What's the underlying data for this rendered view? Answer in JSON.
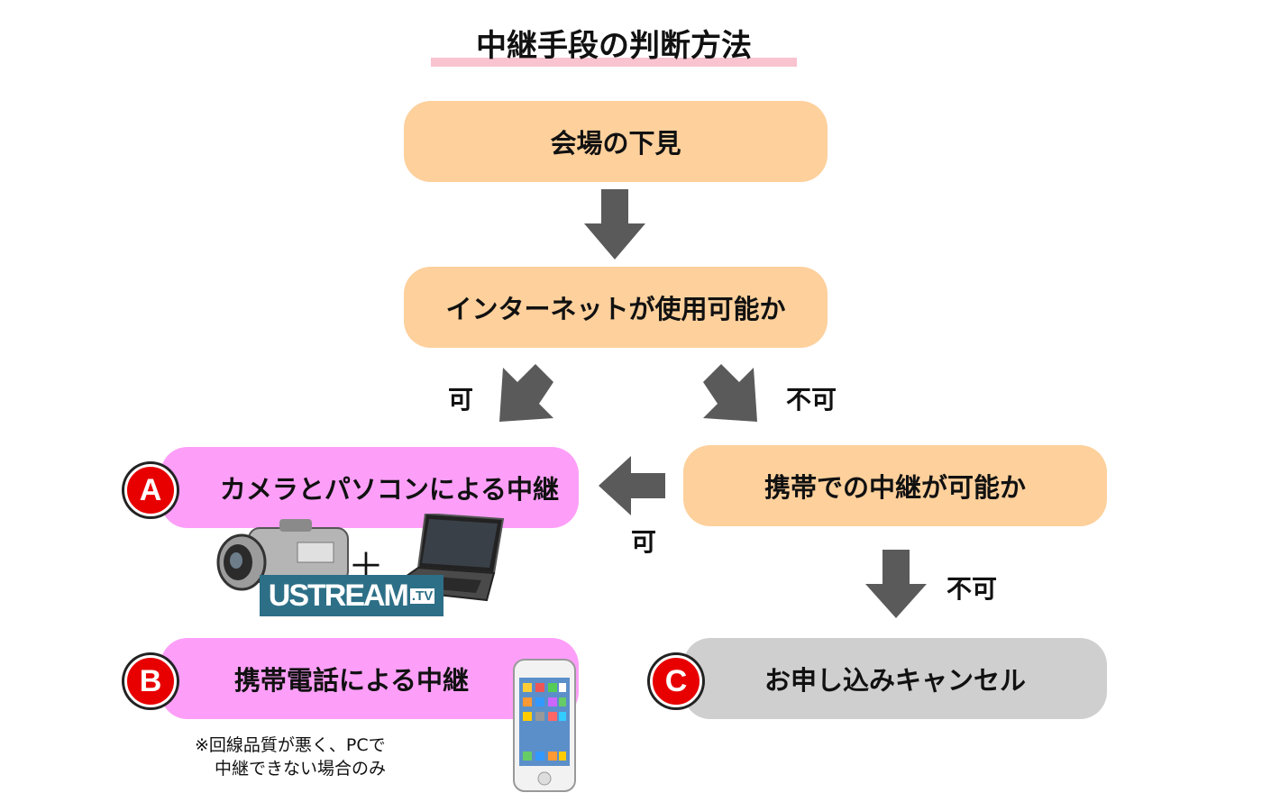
{
  "title": "中継手段の判断方法",
  "nodes": {
    "survey": "会場の下見",
    "internet": "インターネットが使用可能か",
    "option_a": "カメラとパソコンによる中継",
    "mobile_check": "携帯での中継が可能か",
    "option_b": "携帯電話による中継",
    "option_c": "お申し込みキャンセル"
  },
  "edge_labels": {
    "internet_yes": "可",
    "internet_no": "不可",
    "mobile_yes": "可",
    "mobile_no": "不可"
  },
  "badges": {
    "a": "A",
    "b": "B",
    "c": "C"
  },
  "equipment": {
    "plus": "＋",
    "ustream_logo": "USTREAM",
    "ustream_tv": ".TV"
  },
  "note": {
    "line1": "※回線品質が悪く、PCで",
    "line2": "中継できない場合のみ"
  },
  "colors": {
    "peach": "#fdd09c",
    "pink": "#fd9ff8",
    "gray": "#cfcfcf",
    "badge_red": "#e80000",
    "arrow": "#5a5a5a",
    "title_underline": "#f9c3cf"
  }
}
